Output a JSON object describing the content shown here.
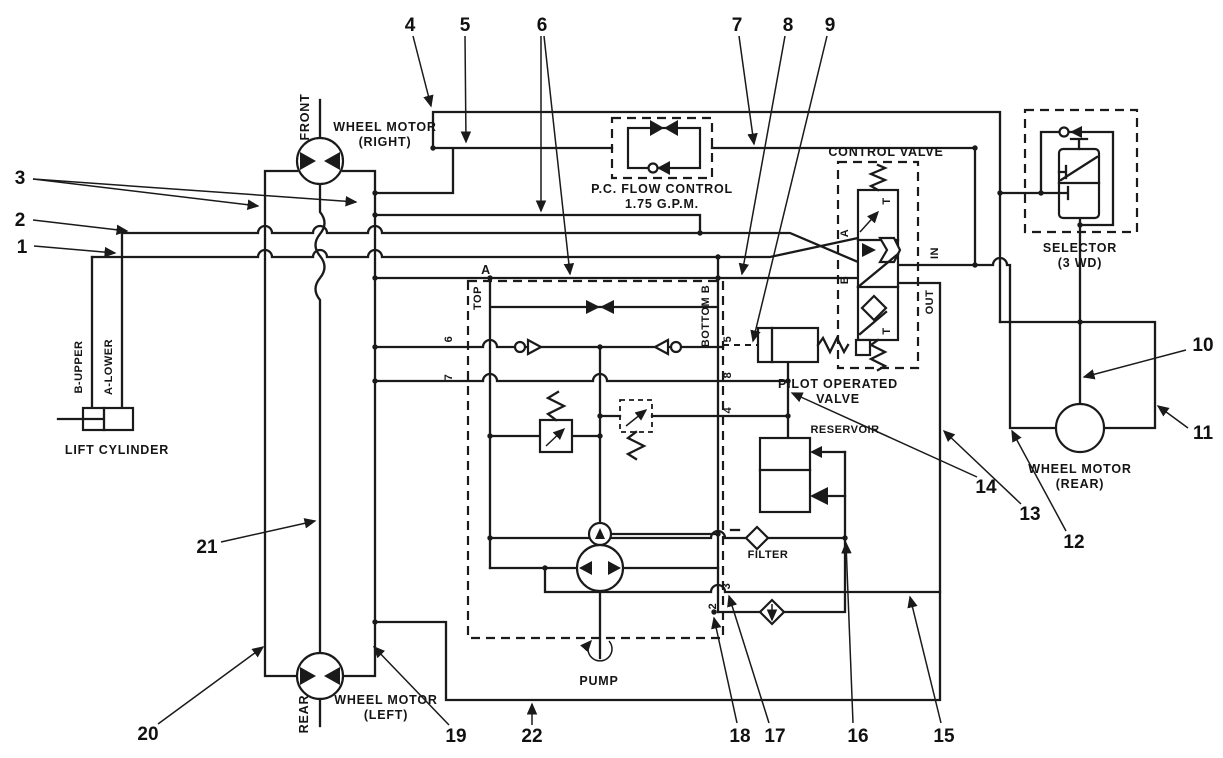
{
  "colors": {
    "ink": "#1a1a1a",
    "paper": "#ffffff"
  },
  "figure": {
    "callouts": [
      {
        "label": "1"
      },
      {
        "label": "2"
      },
      {
        "label": "3"
      },
      {
        "label": "4"
      },
      {
        "label": "5"
      },
      {
        "label": "6"
      },
      {
        "label": "7"
      },
      {
        "label": "8"
      },
      {
        "label": "9"
      },
      {
        "label": "10"
      },
      {
        "label": "11"
      },
      {
        "label": "12"
      },
      {
        "label": "13"
      },
      {
        "label": "14"
      },
      {
        "label": "15"
      },
      {
        "label": "16"
      },
      {
        "label": "17"
      },
      {
        "label": "18"
      },
      {
        "label": "19"
      },
      {
        "label": "20"
      },
      {
        "label": "21"
      },
      {
        "label": "22"
      }
    ],
    "components": {
      "wheel_motor_right": {
        "name_line1": "WHEEL MOTOR",
        "name_line2": "(RIGHT)",
        "axis_label": "FRONT"
      },
      "wheel_motor_left": {
        "name_line1": "WHEEL MOTOR",
        "name_line2": "(LEFT)",
        "axis_label": "REAR"
      },
      "wheel_motor_rear": {
        "name_line1": "WHEEL MOTOR",
        "name_line2": "(REAR)"
      },
      "pc_flow_control": {
        "name_line1": "P.C. FLOW CONTROL",
        "name_line2": "1.75 G.P.M."
      },
      "control_valve": {
        "title": "CONTROL VALVE",
        "port_a": "A",
        "port_b": "B",
        "port_in": "IN",
        "port_out": "OUT",
        "port_t_top": "T",
        "port_t_bottom": "T"
      },
      "selector": {
        "name_line1": "SELECTOR",
        "name_line2": "(3 WD)"
      },
      "pilot_operated_valve": {
        "name_line1": "PILOT OPERATED",
        "name_line2": "VALVE"
      },
      "reservoir": {
        "label": "RESERVOIR"
      },
      "filter": {
        "label": "FILTER"
      },
      "pump": {
        "label": "PUMP"
      },
      "lift_cylinder": {
        "label": "LIFT CYLINDER",
        "port_b_label": "B-UPPER",
        "port_a_label": "A-LOWER"
      },
      "manifold": {
        "corner_label": "A",
        "left_side_label": "TOP",
        "right_side_label": "BOTTOM B",
        "port_2": "2",
        "port_3": "3",
        "port_4": "4",
        "port_5": "5",
        "port_6": "6",
        "port_7": "7",
        "port_8": "8"
      }
    }
  }
}
